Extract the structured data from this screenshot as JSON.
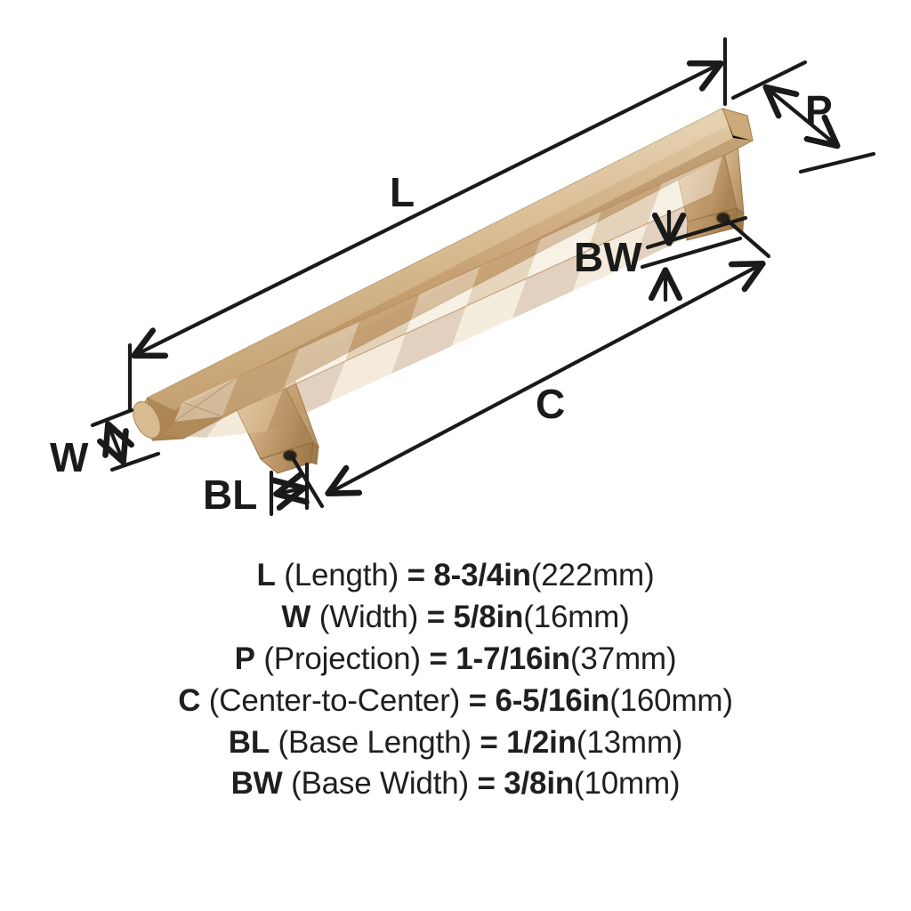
{
  "product": {
    "type": "cabinet-bar-pull",
    "finish_color": "#c8a173",
    "finish_highlight": "#f0e3cf",
    "finish_shadow": "#a8814f",
    "line_color": "#1a1a1a",
    "background_color": "#ffffff"
  },
  "diagram": {
    "labels": {
      "L": "L",
      "W": "W",
      "P": "P",
      "C": "C",
      "BL": "BL",
      "BW": "BW"
    }
  },
  "specs": [
    {
      "code": "L",
      "name": "(Length)",
      "equals": "=",
      "imperial": "8-3/4in",
      "metric": "(222mm)"
    },
    {
      "code": "W",
      "name": "(Width)",
      "equals": "=",
      "imperial": "5/8in",
      "metric": "(16mm)"
    },
    {
      "code": "P",
      "name": "(Projection)",
      "equals": "=",
      "imperial": "1-7/16in",
      "metric": "(37mm)"
    },
    {
      "code": "C",
      "name": "(Center-to-Center)",
      "equals": "=",
      "imperial": "6-5/16in",
      "metric": "(160mm)"
    },
    {
      "code": "BL",
      "name": "(Base Length)",
      "equals": "=",
      "imperial": "1/2in",
      "metric": "(13mm)"
    },
    {
      "code": "BW",
      "name": "(Base Width)",
      "equals": "=",
      "imperial": "3/8in",
      "metric": "(10mm)"
    }
  ]
}
